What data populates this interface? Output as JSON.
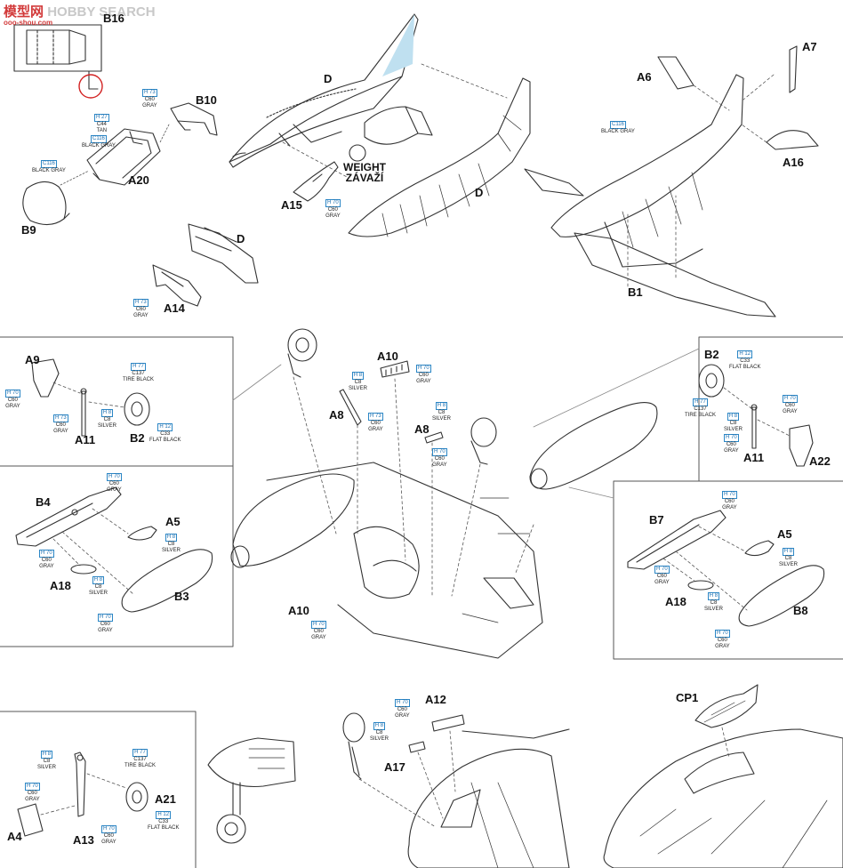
{
  "watermark": {
    "brand_cn": "模型网",
    "brand_en": "HOBBY SEARCH",
    "url": "ooo-shou.com"
  },
  "weight": {
    "line1": "WEIGHT",
    "line2": "ZÁVAŽÍ"
  },
  "labels": {
    "b16": "B16",
    "b10": "B10",
    "a20": "A20",
    "b9": "B9",
    "d_top": "D",
    "d_mid": "D",
    "d_low": "D",
    "a15": "A15",
    "a14": "A14",
    "a6": "A6",
    "a7": "A7",
    "a16": "A16",
    "b1": "B1",
    "a9": "A9",
    "a11_left": "A11",
    "b2_left": "B2",
    "a8_top": "A8",
    "a10_top": "A10",
    "a8_mid": "A8",
    "b2_right": "B2",
    "a11_right": "A11",
    "a22": "A22",
    "b4": "B4",
    "a5_left": "A5",
    "a18_left": "A18",
    "b3": "B3",
    "a10_low": "A10",
    "b7": "B7",
    "a5_right": "A5",
    "a18_right": "A18",
    "b8": "B8",
    "a12": "A12",
    "a17": "A17",
    "cp1": "CP1",
    "a21": "A21",
    "a4": "A4",
    "a13": "A13"
  },
  "tags": {
    "b10": {
      "h": "H 73",
      "c": "C60",
      "name": "GRAY"
    },
    "a20_tan": {
      "h": "H 27",
      "c": "C44",
      "name": "TAN"
    },
    "a20_bg": {
      "h": "C116",
      "c": "",
      "name": "BLACK GRAY"
    },
    "b9": {
      "h": "C116",
      "c": "",
      "name": "BLACK GRAY"
    },
    "a15": {
      "h": "H 70",
      "c": "C60",
      "name": "GRAY"
    },
    "a14": {
      "h": "H 73",
      "c": "C60",
      "name": "GRAY"
    },
    "tail": {
      "h": "C116",
      "c": "",
      "name": "BLACK GRAY"
    },
    "a9": {
      "h": "H 70",
      "c": "C60",
      "name": "GRAY"
    },
    "a11_left": {
      "h": "H 73",
      "c": "C60",
      "name": "GRAY"
    },
    "a11_silver_left": {
      "h": "H 8",
      "c": "C8",
      "name": "SILVER"
    },
    "b2_tire_left": {
      "h": "H 77",
      "c": "C137",
      "name": "TIRE BLACK"
    },
    "b2_flat_left": {
      "h": "H 12",
      "c": "C33",
      "name": "FLAT BLACK"
    },
    "a8_top": {
      "h": "H 8",
      "c": "C8",
      "name": "SILVER"
    },
    "a8_top_gray": {
      "h": "H 73",
      "c": "C60",
      "name": "GRAY"
    },
    "a10_top": {
      "h": "H 70",
      "c": "C60",
      "name": "GRAY"
    },
    "a8_mid": {
      "h": "H 8",
      "c": "C8",
      "name": "SILVER"
    },
    "a8_mid_gray": {
      "h": "H 70",
      "c": "C60",
      "name": "GRAY"
    },
    "b2_flat_right": {
      "h": "H 12",
      "c": "C33",
      "name": "FLAT BLACK"
    },
    "b2_tire_right": {
      "h": "H 77",
      "c": "C137",
      "name": "TIRE BLACK"
    },
    "a11_silver_right": {
      "h": "H 8",
      "c": "C8",
      "name": "SILVER"
    },
    "a11_right": {
      "h": "H 70",
      "c": "C60",
      "name": "GRAY"
    },
    "a22": {
      "h": "H 70",
      "c": "C60",
      "name": "GRAY"
    },
    "b4": {
      "h": "H 70",
      "c": "C60",
      "name": "GRAY"
    },
    "a5_left": {
      "h": "H 8",
      "c": "C8",
      "name": "SILVER"
    },
    "b4_low": {
      "h": "H 70",
      "c": "C60",
      "name": "GRAY"
    },
    "a18_left": {
      "h": "H 8",
      "c": "C8",
      "name": "SILVER"
    },
    "b3": {
      "h": "H 70",
      "c": "C60",
      "name": "GRAY"
    },
    "a10_low": {
      "h": "H 70",
      "c": "C60",
      "name": "GRAY"
    },
    "b7": {
      "h": "H 70",
      "c": "C60",
      "name": "GRAY"
    },
    "a5_right": {
      "h": "H 8",
      "c": "C8",
      "name": "SILVER"
    },
    "b7_low": {
      "h": "H 70",
      "c": "C60",
      "name": "GRAY"
    },
    "a18_right": {
      "h": "H 8",
      "c": "C8",
      "name": "SILVER"
    },
    "b8": {
      "h": "H 70",
      "c": "C60",
      "name": "GRAY"
    },
    "a12": {
      "h": "H 70",
      "c": "C60",
      "name": "GRAY"
    },
    "a17": {
      "h": "H 8",
      "c": "C8",
      "name": "SILVER"
    },
    "a13_silver": {
      "h": "H 8",
      "c": "C8",
      "name": "SILVER"
    },
    "a21_tire": {
      "h": "H 77",
      "c": "C137",
      "name": "TIRE BLACK"
    },
    "a4": {
      "h": "H 70",
      "c": "C60",
      "name": "GRAY"
    },
    "a13": {
      "h": "H 70",
      "c": "C60",
      "name": "GRAY"
    },
    "a21_flat": {
      "h": "H 12",
      "c": "C33",
      "name": "FLAT BLACK"
    }
  },
  "colors": {
    "line": "#333333",
    "accent_blue": "#2b86c5",
    "highlight_red": "#d22222",
    "panel_fill": "#bfe0f0"
  }
}
